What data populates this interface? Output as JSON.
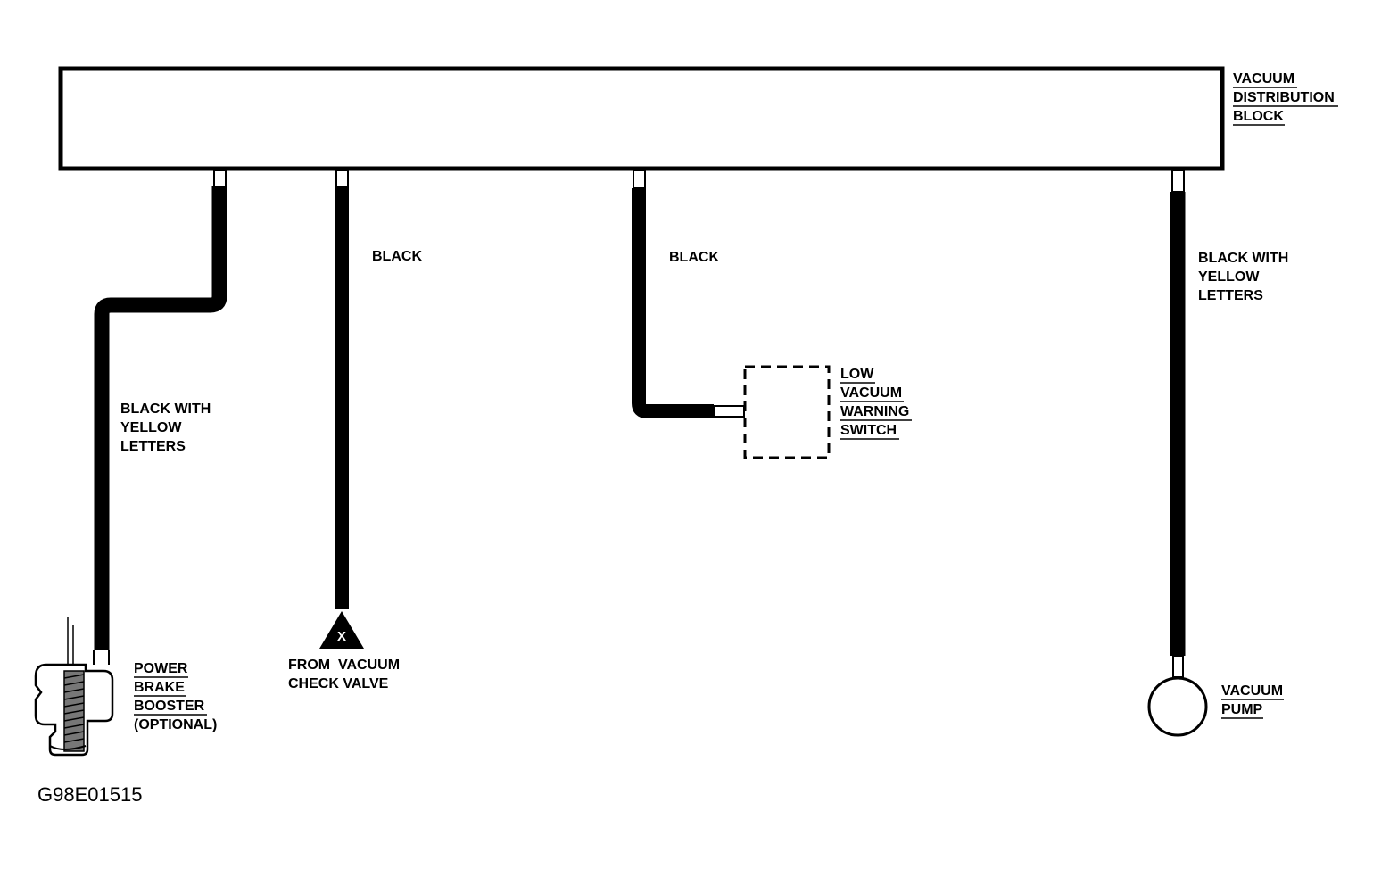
{
  "block": {
    "lines": [
      "VACUUM",
      "DISTRIBUTION",
      "BLOCK"
    ]
  },
  "hoses": {
    "booster_hose": [
      "BLACK WITH",
      "YELLOW",
      "LETTERS"
    ],
    "check_valve_hose": "BLACK",
    "switch_hose": "BLACK",
    "pump_hose": [
      "BLACK WITH",
      "YELLOW",
      "LETTERS"
    ]
  },
  "components": {
    "low_vacuum_switch": [
      "LOW",
      "VACUUM",
      "WARNING",
      "SWITCH"
    ],
    "power_brake_booster": [
      "POWER",
      "BRAKE",
      "BOOSTER",
      "(OPTIONAL)"
    ],
    "check_valve": [
      "FROM  VACUUM",
      "CHECK VALVE"
    ],
    "check_valve_marker": "X",
    "vacuum_pump": [
      "VACUUM",
      "PUMP"
    ]
  },
  "figure_id": "G98E01515"
}
